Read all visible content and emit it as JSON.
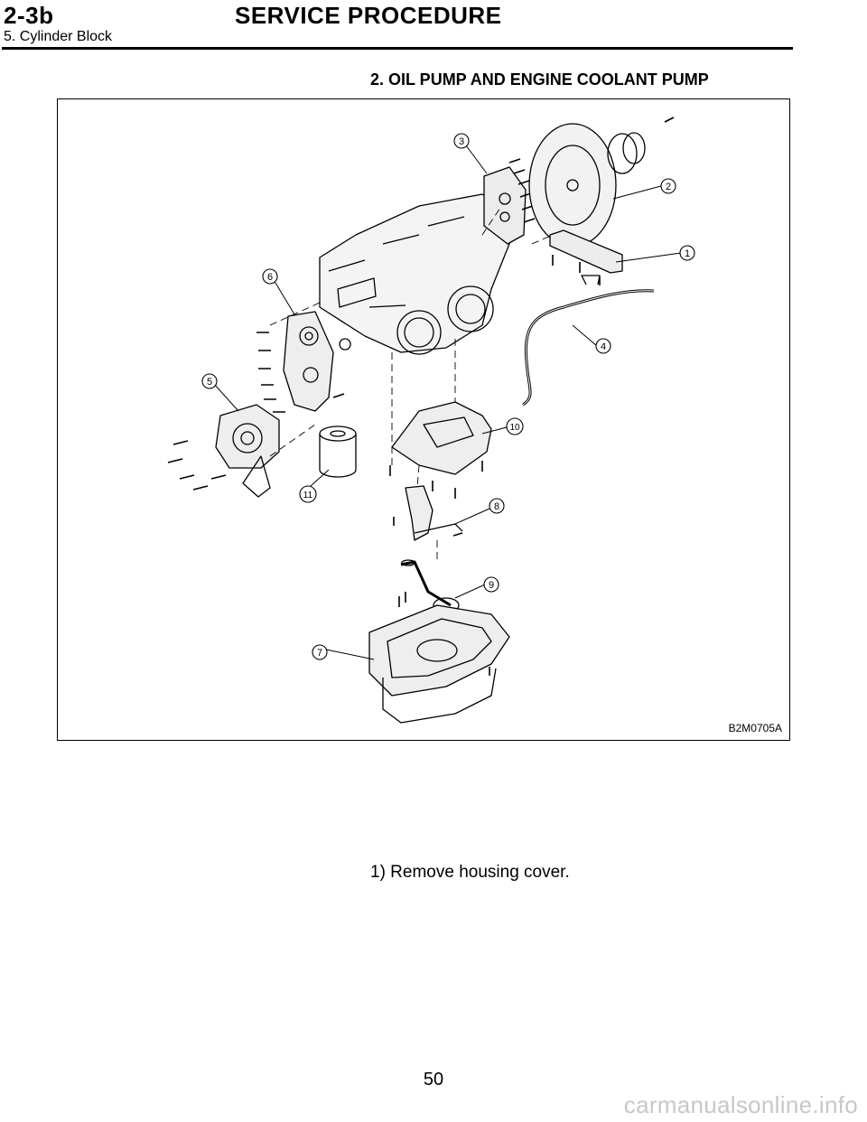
{
  "header": {
    "section_code": "2-3b",
    "title": "SERVICE PROCEDURE",
    "subtitle": "5. Cylinder Block"
  },
  "section_title": "2.  OIL PUMP AND ENGINE COOLANT PUMP",
  "figure": {
    "code": "B2M0705A",
    "callouts": [
      "1",
      "2",
      "3",
      "4",
      "5",
      "6",
      "7",
      "8",
      "9",
      "10",
      "11"
    ]
  },
  "instruction": "1)  Remove housing cover.",
  "page_number": "50",
  "watermark": "carmanualsonline.info"
}
